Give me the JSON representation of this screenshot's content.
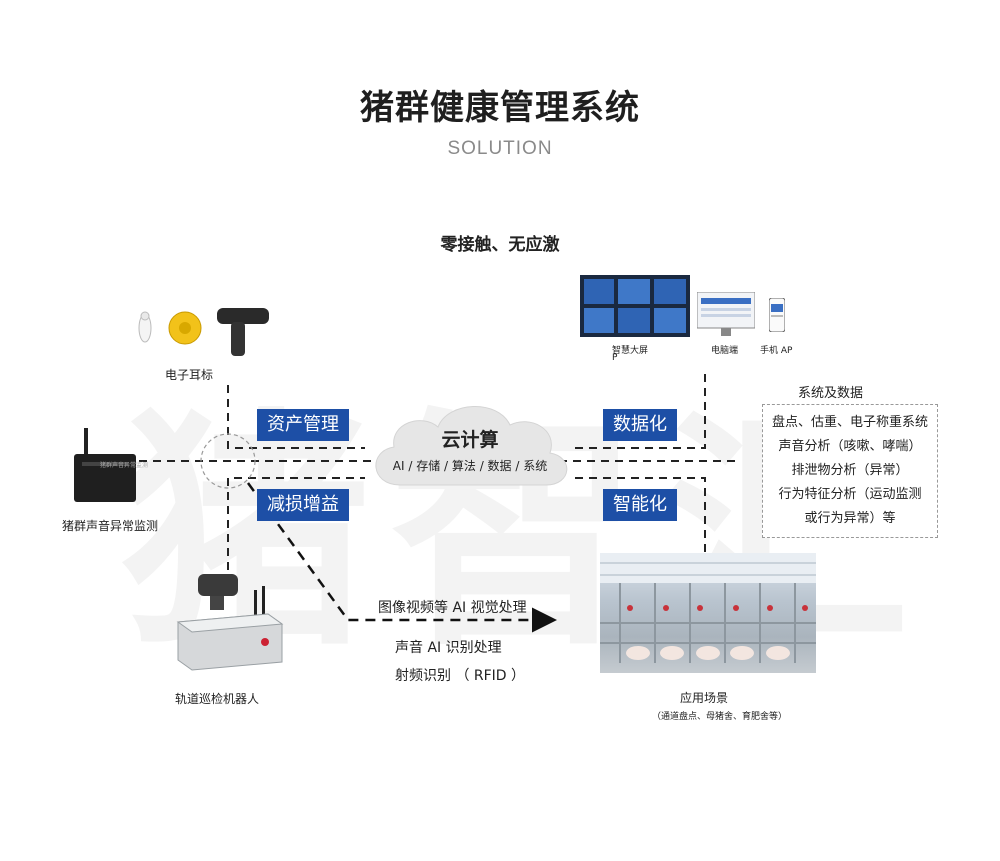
{
  "header": {
    "title": "猪群健康管理系统",
    "subtitle": "SOLUTION",
    "tagline": "零接触、无应激"
  },
  "watermark": "猪智汇",
  "cloud": {
    "title": "云计算",
    "subtitle": "AI / 存储 / 算法 / 数据 / 系统"
  },
  "labels": {
    "asset": "资产管理",
    "data": "数据化",
    "reduce": "减损增益",
    "smart": "智能化"
  },
  "devices": {
    "ear_tag": "电子耳标",
    "sound_monitor": "猪群声音异常监测",
    "robot": "轨道巡检机器人"
  },
  "monitor_device": "猪群声音异常监测",
  "terminals": {
    "big_screen": "智慧大屏",
    "big_screen_extra": "P",
    "pc": "电脑端",
    "mobile": "手机 AP"
  },
  "systems": {
    "title": "系统及数据",
    "items": [
      "盘点、估重、电子称重系统",
      "声音分析（咳嗽、哮喘）",
      "排泄物分析（异常）",
      "行为特征分析（运动监测",
      "或行为异常）等"
    ]
  },
  "processing": [
    "图像视频等 AI 视觉处理",
    "声音 AI 识别处理",
    "射频识别 （ RFID ）"
  ],
  "scene": {
    "title": "应用场景",
    "note": "（通道盘点、母猪舍、育肥舍等）"
  }
}
